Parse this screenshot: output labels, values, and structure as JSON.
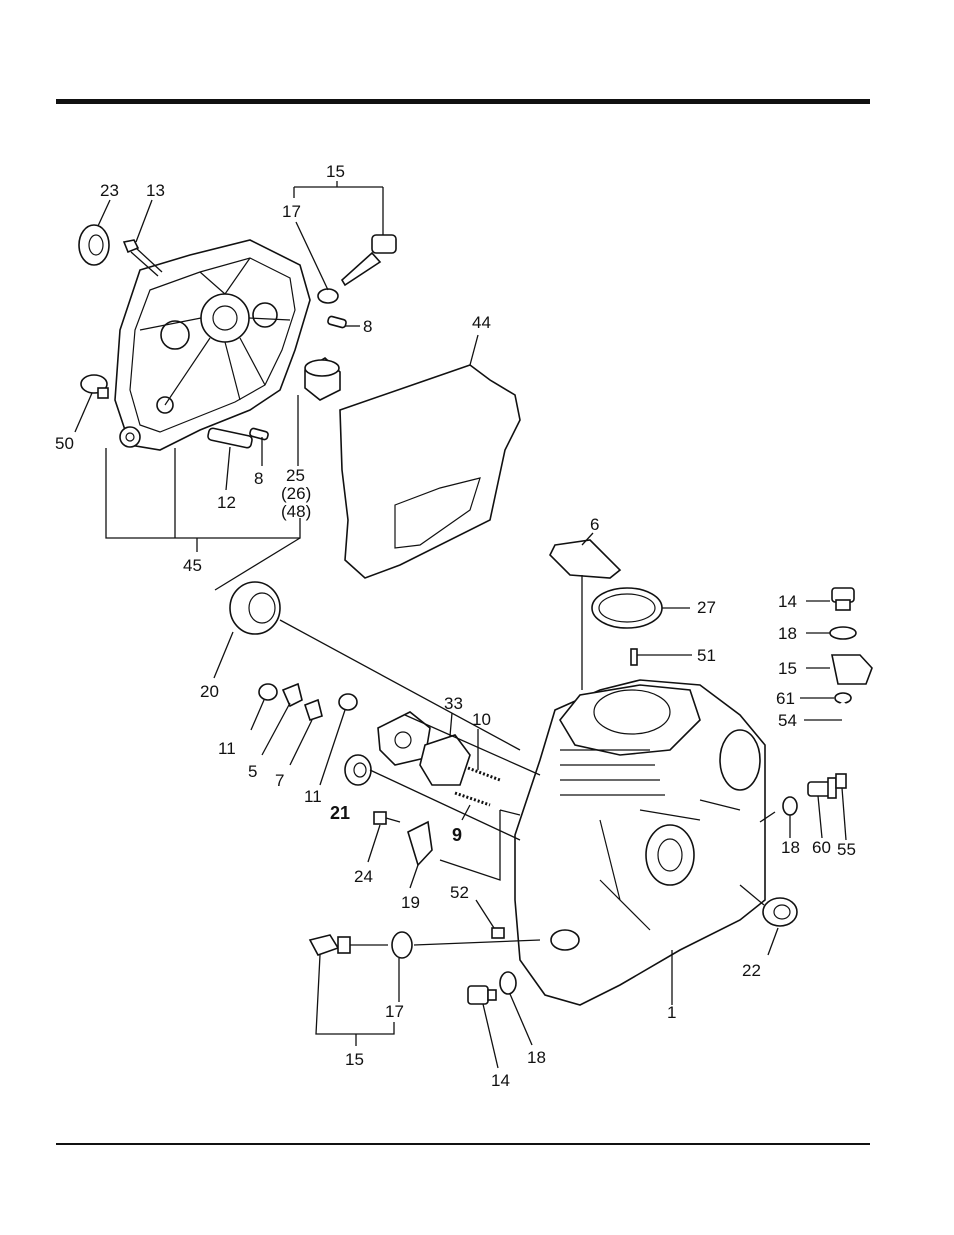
{
  "diagram": {
    "callouts": [
      {
        "id": "c15a",
        "text": "15"
      },
      {
        "id": "c17a",
        "text": "17"
      },
      {
        "id": "c23",
        "text": "23"
      },
      {
        "id": "c13",
        "text": "13"
      },
      {
        "id": "c8a",
        "text": "8"
      },
      {
        "id": "c44",
        "text": "44"
      },
      {
        "id": "c50",
        "text": "50"
      },
      {
        "id": "c25",
        "text": "25"
      },
      {
        "id": "c26",
        "text": "(26)"
      },
      {
        "id": "c48",
        "text": "(48)"
      },
      {
        "id": "c8b",
        "text": "8"
      },
      {
        "id": "c12",
        "text": "12"
      },
      {
        "id": "c45",
        "text": "45"
      },
      {
        "id": "c6",
        "text": "6"
      },
      {
        "id": "c27",
        "text": "27"
      },
      {
        "id": "c14a",
        "text": "14"
      },
      {
        "id": "c18a",
        "text": "18"
      },
      {
        "id": "c15b",
        "text": "15"
      },
      {
        "id": "c61",
        "text": "61"
      },
      {
        "id": "c54",
        "text": "54"
      },
      {
        "id": "c51",
        "text": "51"
      },
      {
        "id": "c20",
        "text": "20"
      },
      {
        "id": "c33",
        "text": "33"
      },
      {
        "id": "c10",
        "text": "10"
      },
      {
        "id": "c11a",
        "text": "11"
      },
      {
        "id": "c5",
        "text": "5"
      },
      {
        "id": "c7",
        "text": "7"
      },
      {
        "id": "c11b",
        "text": "11"
      },
      {
        "id": "c21",
        "text": "21"
      },
      {
        "id": "c9",
        "text": "9"
      },
      {
        "id": "c18b",
        "text": "18"
      },
      {
        "id": "c60",
        "text": "60"
      },
      {
        "id": "c55",
        "text": "55"
      },
      {
        "id": "c24",
        "text": "24"
      },
      {
        "id": "c19",
        "text": "19"
      },
      {
        "id": "c52",
        "text": "52"
      },
      {
        "id": "c22",
        "text": "22"
      },
      {
        "id": "c17b",
        "text": "17"
      },
      {
        "id": "c1",
        "text": "1"
      },
      {
        "id": "c15c",
        "text": "15"
      },
      {
        "id": "c18c",
        "text": "18"
      },
      {
        "id": "c14b",
        "text": "14"
      }
    ]
  }
}
